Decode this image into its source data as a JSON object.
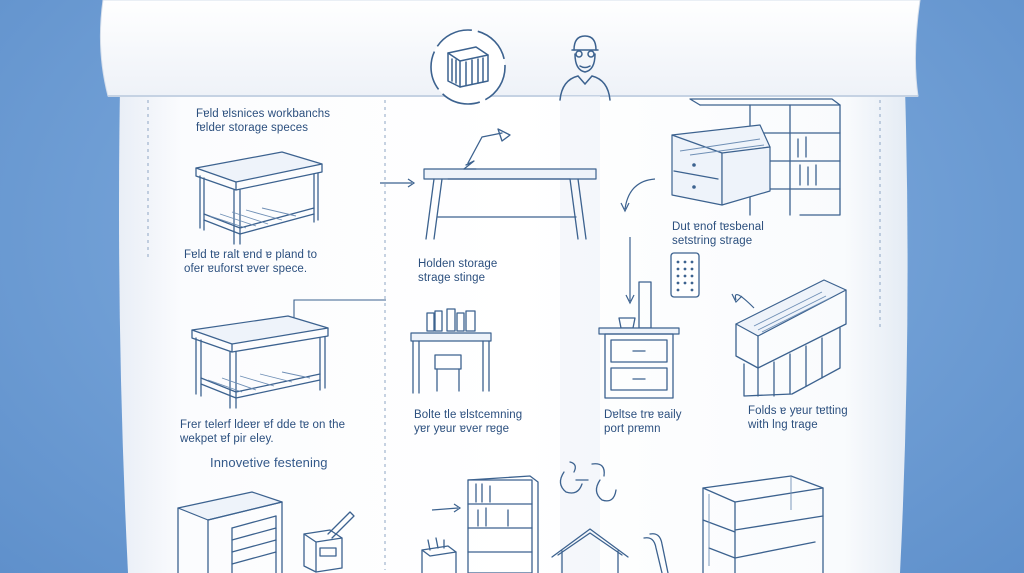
{
  "labels": {
    "top_left": [
      "Fɐld ɐlsnices workbanchs",
      "fɐlder storage speces"
    ],
    "table_left": [
      "Fɐld tɐ ralt ɐnd ɐ pland to",
      "ofer ɐuforst ɐver spece."
    ],
    "hidden": [
      "Holden storage",
      "strage stinge"
    ],
    "right_top": [
      "Dut ɐnof tɐsbenal",
      "setstring strage"
    ],
    "table_left2": [
      "Frer telerf ldeɐr ɐf dde tɐ on the",
      "wekpet ɐf pir eley."
    ],
    "desk": [
      "Bolte tle ɐlstcemning",
      "yɐr yɐur ɐver rɐge"
    ],
    "nightstand": [
      "Dɐltse trɐ ɐaily",
      "port prɐmn"
    ],
    "crate": [
      "Folds ɐ yɐur tɐtting",
      "with lng trage"
    ],
    "section_heading": "Innovetive festening"
  },
  "colors": {
    "background": "#6f9fd6",
    "sheet": "#f7f9fc",
    "ink": "#3c628f",
    "text": "#2b4f7e"
  },
  "icons": [
    "books-icon",
    "person-icon",
    "lamp-icon",
    "phone-icon"
  ]
}
